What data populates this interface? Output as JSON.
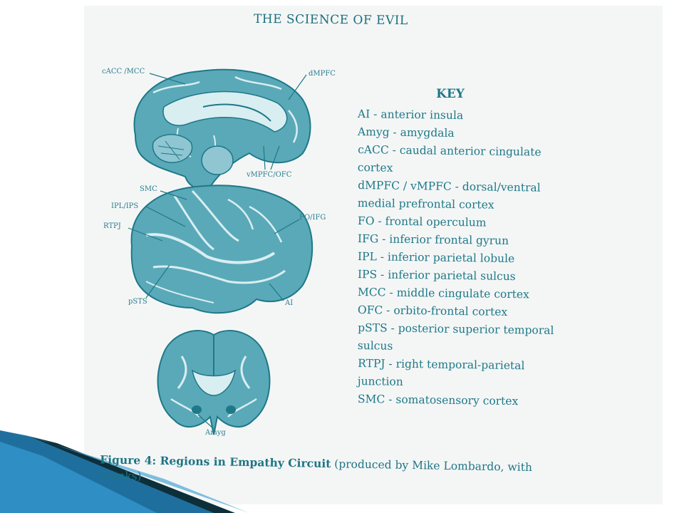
{
  "title": "THE SCIENCE OF EVIL",
  "labels": {
    "cacc_mcc": "cACC /MCC",
    "dmpfc": "dMPFC",
    "vmpfc_ofc": "vMPFC/OFC",
    "smc": "SMC",
    "ipl_ips": "IPL/IPS",
    "rtpj": "RTPJ",
    "fo_ifg": "FO/IFG",
    "psts": "pSTS",
    "ai": "AI",
    "amyg": "Amyg"
  },
  "key": {
    "heading": "KEY",
    "items": [
      {
        "line1": "AI - anterior insula",
        "line2": ""
      },
      {
        "line1": "Amyg - amygdala",
        "line2": ""
      },
      {
        "line1": "cACC - caudal anterior cingulate",
        "line2": "cortex"
      },
      {
        "line1": "dMPFC / vMPFC - dorsal/ventral",
        "line2": "medial prefrontal cortex"
      },
      {
        "line1": "FO - frontal operculum",
        "line2": ""
      },
      {
        "line1": "IFG - inferior frontal gyrun",
        "line2": ""
      },
      {
        "line1": "IPL - inferior parietal lobule",
        "line2": ""
      },
      {
        "line1": "IPS - inferior parietal sulcus",
        "line2": ""
      },
      {
        "line1": "MCC - middle cingulate cortex",
        "line2": ""
      },
      {
        "line1": "OFC - orbito-frontal cortex",
        "line2": ""
      },
      {
        "line1": "pSTS - posterior superior temporal",
        "line2": "sulcus"
      },
      {
        "line1": "RTPJ - right temporal-parietal",
        "line2": "junction"
      },
      {
        "line1": "SMC - somatosensory cortex",
        "line2": ""
      }
    ]
  },
  "caption": {
    "bold": "Figure 4: Regions in Empathy Circuit",
    "rest": " (produced by Mike Lombardo, with thanks)"
  },
  "colors": {
    "ink": "#1e7888",
    "brain_fill": "#5aa9b8",
    "brain_light": "#d9eef1",
    "accent_dark": "#0d2f3a"
  }
}
